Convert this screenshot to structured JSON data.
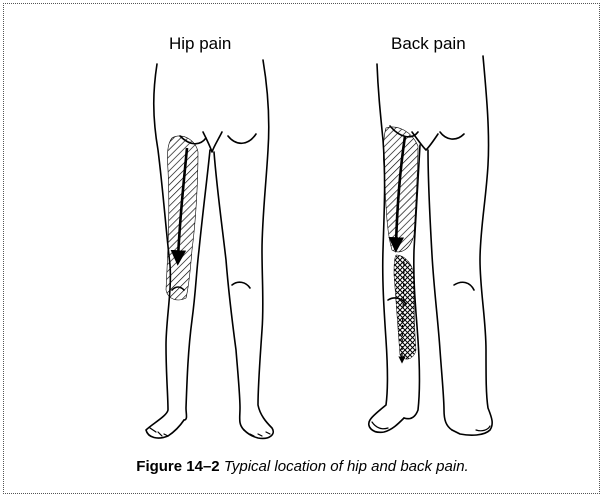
{
  "labels": {
    "left_panel": "Hip pain",
    "right_panel": "Back pain"
  },
  "caption": {
    "number": "Figure 14–2",
    "text": "Typical location of hip and back pain."
  },
  "icons": {
    "left_figure": "legs-front-view-drawing",
    "right_figure": "legs-back-view-drawing"
  }
}
